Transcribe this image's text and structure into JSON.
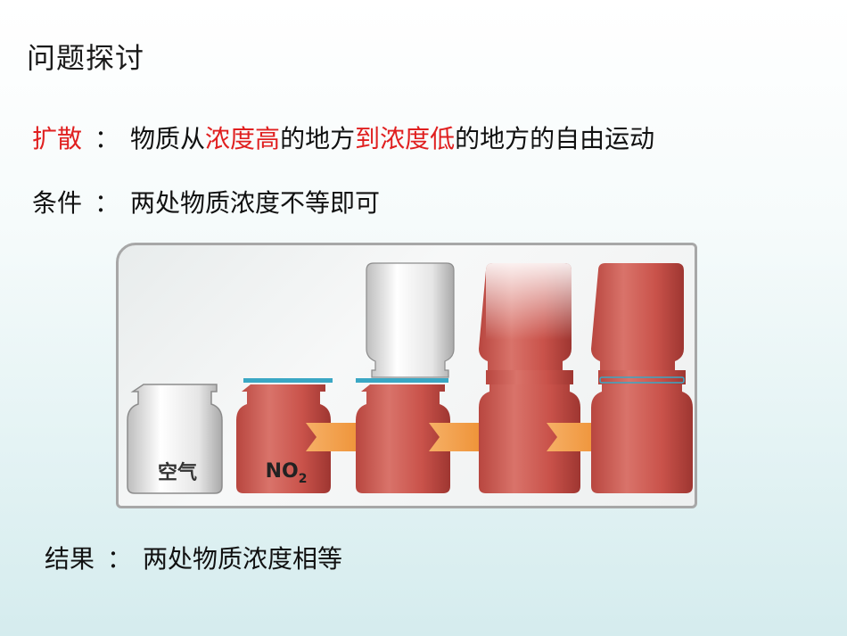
{
  "heading": "问题探讨",
  "diffusion": {
    "term": "扩散",
    "colon": "：",
    "p1": "物质从",
    "high": "浓度高",
    "p2": "的地方",
    "low": "到浓度低",
    "p3": "的地方的自由运动"
  },
  "condition": {
    "term": "条件",
    "colon": "：",
    "text": "两处物质浓度不等即可"
  },
  "result": {
    "term": "结果",
    "colon": "：",
    "text": "两处物质浓度相等"
  },
  "figure": {
    "air_label": "空气",
    "no2_label": "NO",
    "no2_sub": "2",
    "colors": {
      "gas_red": "#c9524a",
      "arrow_orange": "#f39a3d",
      "plate_blue": "#3aa7c4",
      "air_gray": "#e9e9e9"
    }
  }
}
